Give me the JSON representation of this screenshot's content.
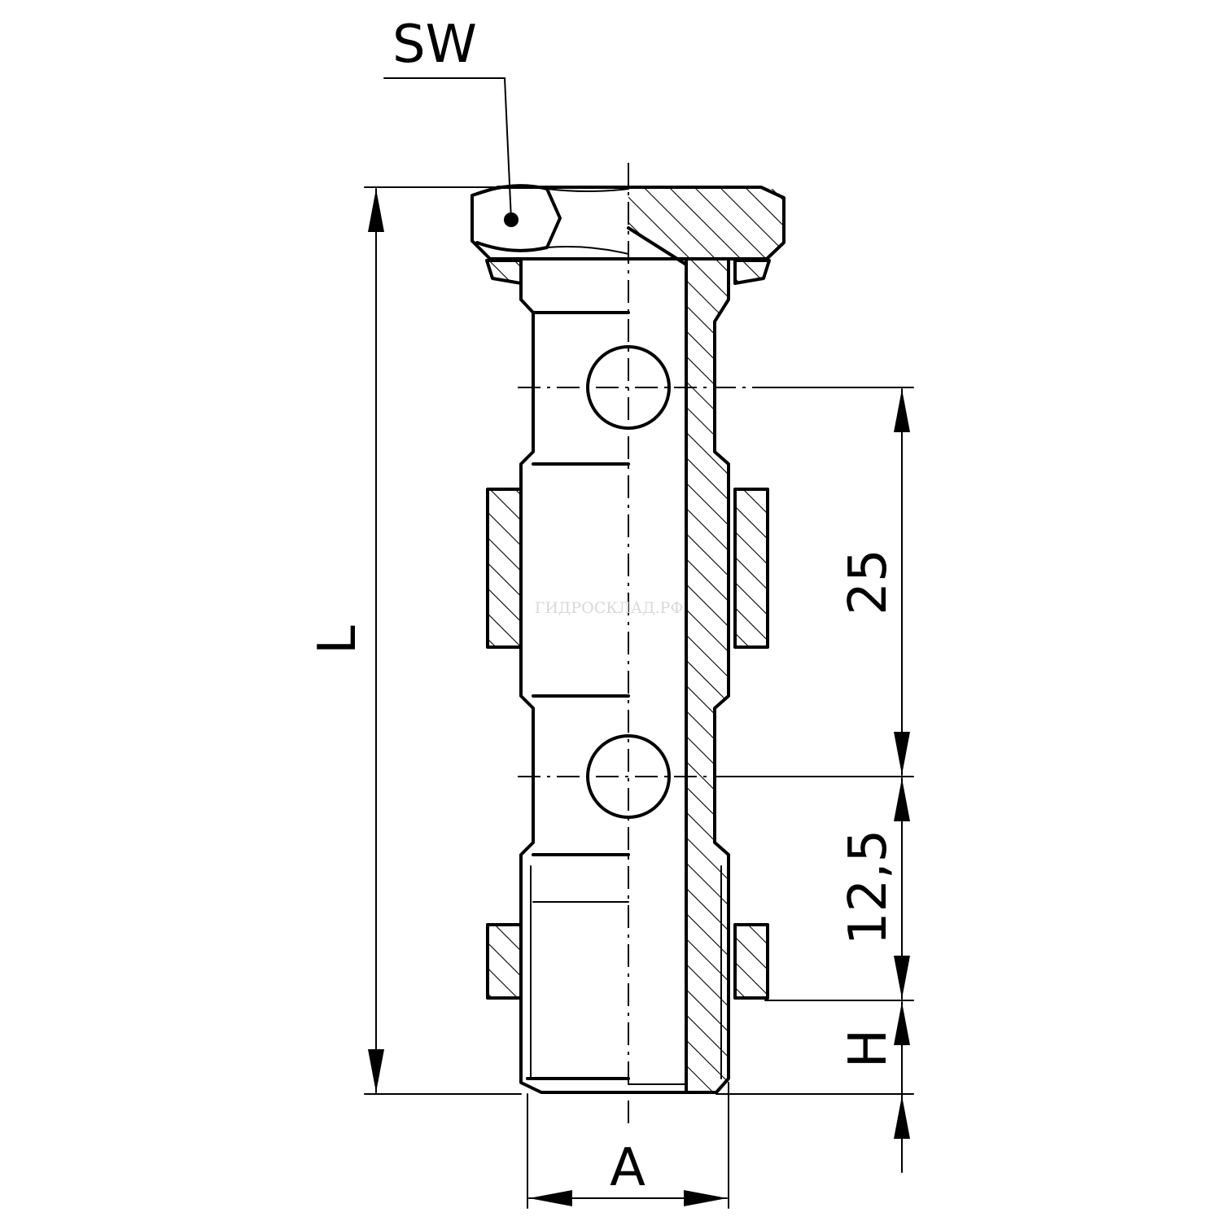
{
  "labels": {
    "sw": "SW",
    "length": "L",
    "pitch": "25",
    "offset": "12,5",
    "height": "H",
    "thread": "A"
  },
  "watermark": "ГИДРОСКЛАД.РФ",
  "colors": {
    "line": "#000000",
    "background": "#ffffff",
    "watermark": "#d8d8d8"
  }
}
